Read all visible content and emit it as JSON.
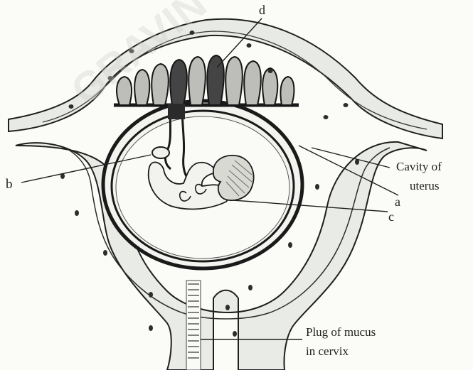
{
  "labels": {
    "d": "d",
    "b": "b",
    "a": "a",
    "c": "c",
    "cavity_line1": "Cavity of",
    "cavity_line2": "uterus",
    "plug_line1": "Plug of mucus",
    "plug_line2": "in cervix"
  },
  "watermark": "GRAVIN",
  "colors": {
    "tissue_fill": "#e9ebe6",
    "ink": "#1f1f1f",
    "background": "#fbfbf8"
  }
}
